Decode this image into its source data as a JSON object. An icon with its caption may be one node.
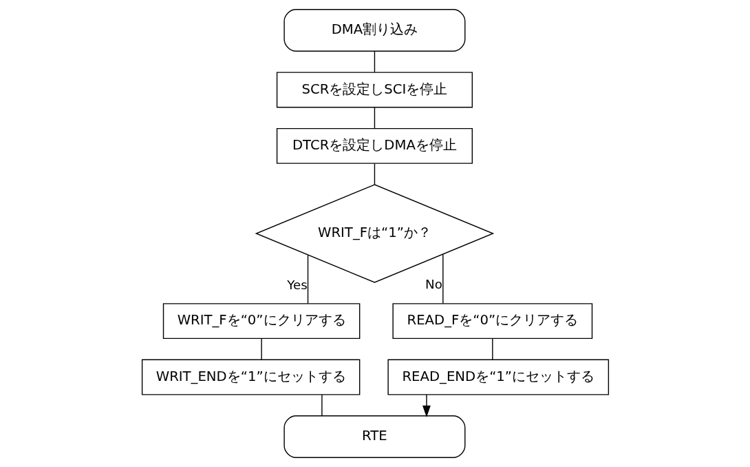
{
  "diagram": {
    "nodes": [
      {
        "text": [
          "DMA割り込み"
        ]
      },
      {
        "text": [
          "SCRを設定しSCIを停止"
        ]
      },
      {
        "text": [
          "DTCRを設定しDMAを停止"
        ]
      },
      {
        "text": [
          "WRIT_Fは“1”か？"
        ]
      },
      {
        "text": [
          "WRIT_Fを“0”にクリアする"
        ]
      },
      {
        "text": [
          "WRIT_ENDを“1”にセットする"
        ]
      },
      {
        "text": [
          "READ_Fを“0”にクリアする"
        ]
      },
      {
        "text": [
          "READ_ENDを“1”にセットする"
        ]
      },
      {
        "text": [
          "RTE"
        ]
      }
    ],
    "edges": [
      {
        "from": 0,
        "to": 1,
        "arrow": "none"
      },
      {
        "from": 1,
        "to": 2,
        "arrow": "none"
      },
      {
        "from": 2,
        "to": 3,
        "arrow": "none"
      },
      {
        "from": 3,
        "to": 4,
        "arrow": "none",
        "label": "Yes"
      },
      {
        "from": 3,
        "to": 6,
        "arrow": "none",
        "label": "No"
      },
      {
        "from": 4,
        "to": 5,
        "arrow": "none"
      },
      {
        "from": 6,
        "to": 7,
        "arrow": "none"
      },
      {
        "from": 5,
        "to": 8,
        "arrow": "none"
      },
      {
        "from": 7,
        "to": 8,
        "arrow": "to"
      }
    ]
  }
}
